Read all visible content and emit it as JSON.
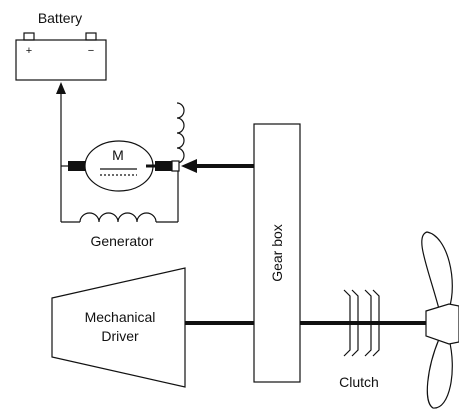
{
  "labels": {
    "battery": "Battery",
    "battery_plus": "+",
    "battery_minus": "−",
    "motor": "M",
    "generator": "Generator",
    "gearbox": "Gear box",
    "driver_line1": "Mechanical",
    "driver_line2": "Driver",
    "clutch": "Clutch"
  },
  "icons": {
    "motor": "motor-symbol",
    "propeller": "propeller-symbol",
    "coil": "inductor-coil"
  },
  "colors": {
    "line": "#111111",
    "background": "#ffffff"
  }
}
